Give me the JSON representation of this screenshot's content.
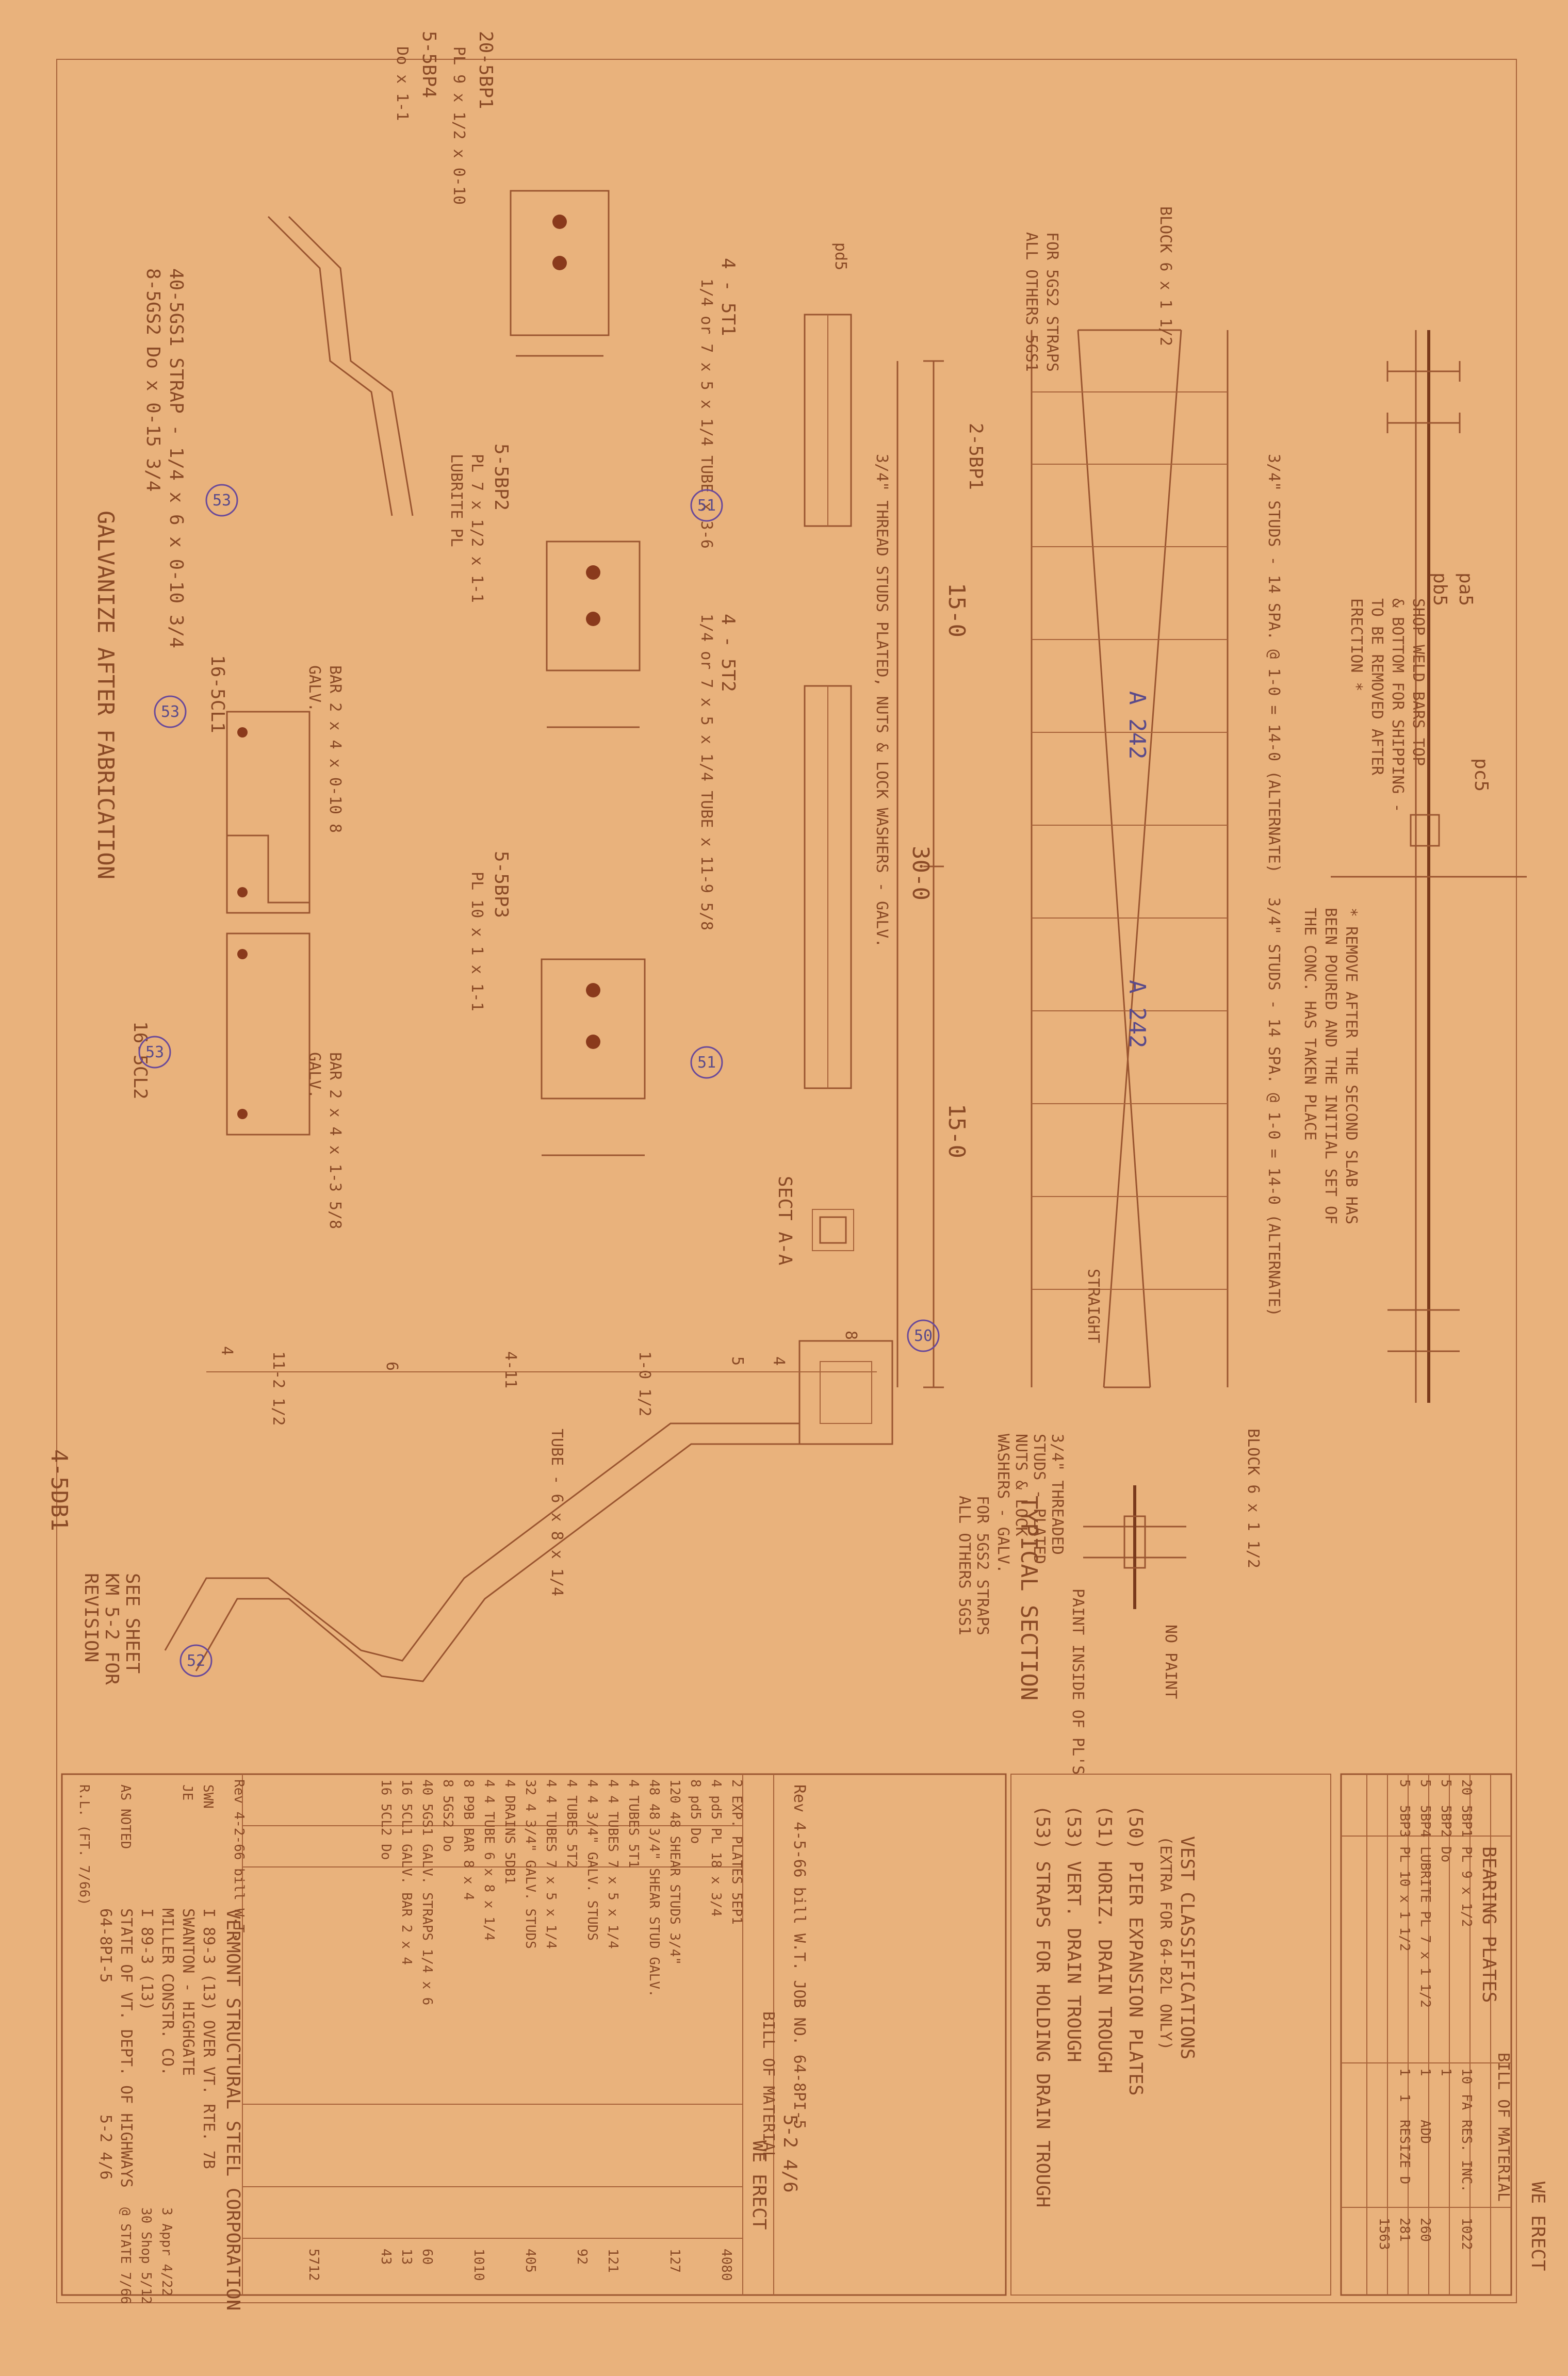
{
  "sheet": {
    "notes": {
      "shop_weld": [
        "SHOP WELD BARS TOP",
        "& BOTTOM FOR SHIPPING -",
        "TO BE REMOVED AFTER",
        "ERECTION *"
      ],
      "remove_after": [
        "* REMOVE AFTER THE SECOND SLAB HAS",
        "BEEN POURED AND THE INITIAL SET OF",
        "THE CONC. HAS TAKEN PLACE"
      ],
      "galvanize": "GALVANIZE AFTER FABRICATION",
      "see_sheet": [
        "SEE SHEET",
        "KM 5-2 FOR",
        "REVISION"
      ],
      "thread_studs": "3/4\" THREAD STUDS PLATED, NUTS & LOCK WASHERS - GALV.",
      "studs_top": "3/4\" STUDS - 14 SPA. @ 1-0 = 14-0 (ALTERNATE)",
      "studs_bottom": "3/4\" STUDS - 14 SPA. @ 1-0 = 14-0 (ALTERNATE)",
      "for_5gs2": [
        "FOR 5GS2 STRAPS",
        "ALL OTHERS 5GS1"
      ],
      "for_5gs2_b": [
        "FOR 5GS2 STRAPS",
        "ALL OTHERS 5GS1"
      ],
      "threaded_studs": [
        "3/4\" THREADED",
        "STUDS - PLATED",
        "NUTS & LOCK",
        "WASHERS - GALV."
      ],
      "no_paint": "NO PAINT",
      "paint_inside": "PAINT INSIDE OF PL'S",
      "typical_section": "TYPICAL SECTION",
      "sect_aa": "SECT A-A"
    },
    "marks": {
      "a242_1": "A 242",
      "a242_2": "A 242",
      "bp1_mark": "2-5BP1",
      "dim_30": "30-0",
      "dim_15a": "15-0",
      "dim_15b": "15-0",
      "st1": "4 - 5T1",
      "st1_desc": "1/4 or 7 x 5 x 1/4 TUBE x 3-6",
      "st2": "4 - 5T2",
      "st2_desc": "1/4 or 7 x 5 x 1/4 TUBE x 11-9 5/8",
      "bp1": "20-5BP1",
      "bp1_desc": "PL 9 x 1/2 x 0-10",
      "bp4": "5-5BP4",
      "bp4_desc": "Do x 1-1",
      "bp2": "5-5BP2",
      "bp2_desc": "PL 7 x 1/2 x 1-1",
      "bp2_sub": "LUBRITE PL",
      "bp3": "5-5BP3",
      "bp3_desc": "PL 10 x 1 x 1-1",
      "gs": [
        "40-5GS1  STRAP - 1/4 x 6 x 0-10 3/4",
        "8-5GS2   Do   x 0-15 3/4"
      ],
      "cl1": "16-5CL1",
      "cl1_desc": "BAR 2 x 4 x 0-10 8",
      "cl1_galv": "GALV.",
      "cl2": "16-5CL2",
      "cl2_desc": "BAR 2 x 4 x 1-3 5/8",
      "cl2_galv": "GALV.",
      "db1": "4-5DB1",
      "tube": "TUBE - 6 x 8 x 1/4",
      "db_dims": [
        "4",
        "11-2 1/2",
        "6",
        "4-11",
        "1-0 1/2",
        "5",
        "4",
        "8"
      ],
      "block_top": "BLOCK 6 x 1 1/2",
      "block_bot": "BLOCK 6 x 1 1/2",
      "pd5": "pd5",
      "pa5": "pa5",
      "pc5": "pc5",
      "pb5": "pb5",
      "straight": "STRAIGHT"
    },
    "circles": [
      "50",
      "51",
      "51",
      "52",
      "53",
      "53",
      "53"
    ],
    "bom_top": {
      "title": "BILL OF MATERIAL",
      "we_erect": "WE ERECT",
      "section": "BEARING PLATES",
      "rows": [
        [
          "20",
          "5BP1",
          "PL 9 x 1/2",
          "",
          "10",
          "FA",
          "RES. INC.",
          "1022"
        ],
        [
          "5",
          "5BP2",
          "Do",
          "",
          "1",
          "",
          "",
          ""
        ],
        [
          "5",
          "5BP4",
          "LUBRITE PL 7 x 1 1/2",
          "",
          "1",
          "",
          "ADD",
          "260"
        ],
        [
          "5",
          "5BP3",
          "PL 10 x 1 1/2",
          "",
          "1",
          "1",
          "RESIZE D",
          "281"
        ]
      ],
      "total": "1563",
      "list": [
        "VEST CLASSIFICATIONS",
        "(EXTRA FOR 64-B2L ONLY)",
        "(50) PIER EXPANSION PLATES",
        "(51) HORIZ. DRAIN TROUGH",
        "(53) VERT. DRAIN TROUGH",
        "(53) STRAPS FOR HOLDING DRAIN TROUGH"
      ]
    },
    "bom_main": {
      "title": "BILL OF MATERIAL",
      "sheet_no": "5-2 4/6",
      "rev": "Rev 4-5-66  bill  W.T. JOB NO. 64-8PI-5",
      "we_erect": "WE ERECT",
      "rows": [
        "2   EXP. PLATES  5EP1",
        "4   pd5   PL 18 x 3/4",
        "8   pd5   Do",
        "120  48  SHEAR STUDS  3/4\"",
        "48  48  3/4\" SHEAR STUD GALV.",
        "4   TUBES  5T1",
        "4   4   TUBES 7 x 5 x 1/4",
        "4   4   3/4\" GALV. STUDS",
        "4   TUBES  5T2",
        "4   4   TUBES 7 x 5 x 1/4",
        "32  4   3/4\" GALV. STUDS",
        "4   DRAINS  5DB1",
        "4   4   TUBE 6 x 8 x 1/4",
        "8   P9B  BAR 8 x 4",
        "8   5GS2  Do",
        "40  5GS1  GALV. STRAPS 1/4 x 6",
        "16  5CL1  GALV. BAR 2 x 4",
        "16  5CL2  Do"
      ],
      "weights": [
        "4080",
        "127",
        "121",
        "92",
        "405",
        "1010",
        "60",
        "13",
        "43",
        "5712"
      ],
      "company": "VERMONT STRUCTURAL STEEL CORPORATION",
      "project": "I 89-3 (13) OVER VT. RTE. 7B",
      "location": "SWANTON - HIGHGATE",
      "customer": "MILLER CONSTR. CO.",
      "contract": "I 89-3 (13)",
      "architect": "STATE OF VT. DEPT. OF HIGHWAYS",
      "job": "64-8PI-5",
      "sheet": "5-2 4/6",
      "scale": "AS NOTED",
      "drawn": "SWN",
      "checked": "JE",
      "rev_note": "Rev 4-2-66 bill  W.T.",
      "rev_lines": [
        "3  Appr 4/22",
        "30 Shop 5/12",
        "@  STATE 7/66"
      ],
      "approved": "R.L. (FT. 7/66)"
    }
  }
}
